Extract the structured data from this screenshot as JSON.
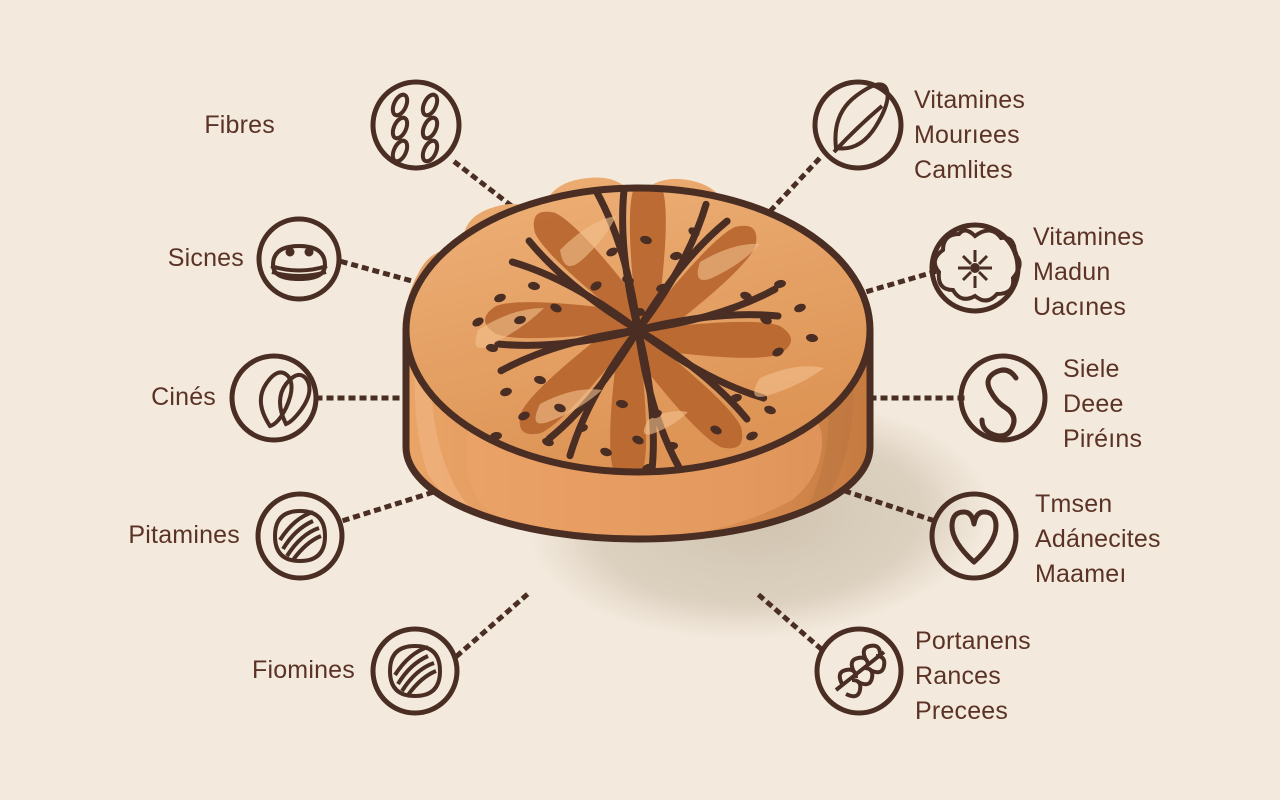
{
  "infographic": {
    "title": "Bread nutrition infographic",
    "background_color": "#f3e9dc",
    "ink_color": "#4a2d23",
    "text_color": "#5b3326",
    "crust_color": "#e09a5e",
    "crust_dark_color": "#b8672f",
    "crust_light_color": "#eab277",
    "shadow_color": "#d9cdbb",
    "center_subject": "round-sesame-bread-loaf"
  },
  "callouts": {
    "left": [
      {
        "id": "fibres",
        "icon": "grain-kernels-icon",
        "lines": [
          "Fibres"
        ]
      },
      {
        "id": "sicnes",
        "icon": "bread-loaf-icon",
        "lines": [
          "Sicnes"
        ]
      },
      {
        "id": "cines",
        "icon": "two-leaves-icon",
        "lines": [
          "Cinés"
        ]
      },
      {
        "id": "pitamines",
        "icon": "nut-seed-icon",
        "lines": [
          "Pitamines"
        ]
      },
      {
        "id": "fiomines",
        "icon": "nut-seed-icon",
        "lines": [
          "Fiomines"
        ]
      }
    ],
    "right": [
      {
        "id": "vitamines-mourees",
        "icon": "leaf-icon",
        "lines": [
          "Vitamines",
          "Mourıees",
          "Camlites"
        ]
      },
      {
        "id": "vitamines-madun",
        "icon": "flower-icon",
        "lines": [
          "Vitamines",
          "Madun",
          "Uacınes"
        ]
      },
      {
        "id": "siele-deee",
        "icon": "letter-s-icon",
        "lines": [
          "Siele",
          "Deee",
          "Piréıns"
        ]
      },
      {
        "id": "tmsen-adanecites",
        "icon": "heart-icon",
        "lines": [
          "Tmsen",
          "Adánecites",
          "Maameı"
        ]
      },
      {
        "id": "portanens-rances",
        "icon": "wheat-sprig-icon",
        "lines": [
          "Portanens",
          "Rances",
          "Precees"
        ]
      }
    ]
  }
}
